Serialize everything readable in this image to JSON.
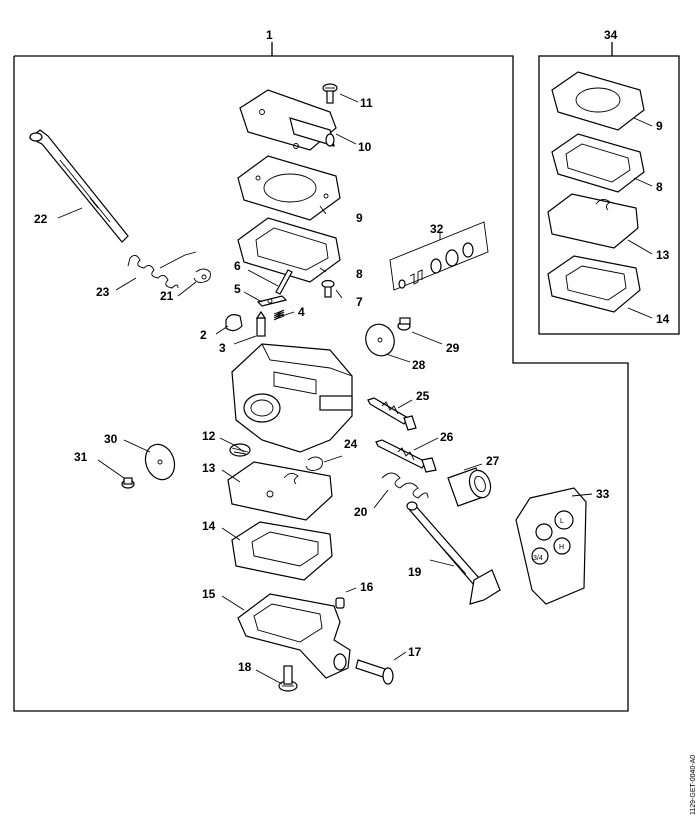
{
  "callouts": {
    "c1": "1",
    "c2": "2",
    "c3": "3",
    "c4": "4",
    "c5": "5",
    "c6": "6",
    "c7": "7",
    "c8": "8",
    "c9": "9",
    "c10": "10",
    "c11": "11",
    "c12": "12",
    "c13": "13",
    "c14": "14",
    "c15": "15",
    "c16": "16",
    "c17": "17",
    "c18": "18",
    "c19": "19",
    "c20": "20",
    "c21": "21",
    "c22": "22",
    "c23": "23",
    "c24": "24",
    "c25": "25",
    "c26": "26",
    "c27": "27",
    "c28": "28",
    "c29": "29",
    "c30": "30",
    "c31": "31",
    "c32": "32",
    "c33": "33",
    "k34": "34",
    "k9": "9",
    "k8": "8",
    "k13": "13",
    "k14": "14"
  },
  "cover_labels": {
    "h": "H",
    "l": "L",
    "fraction": "3/4"
  },
  "reference_code": "1129-GET-0040-A0"
}
